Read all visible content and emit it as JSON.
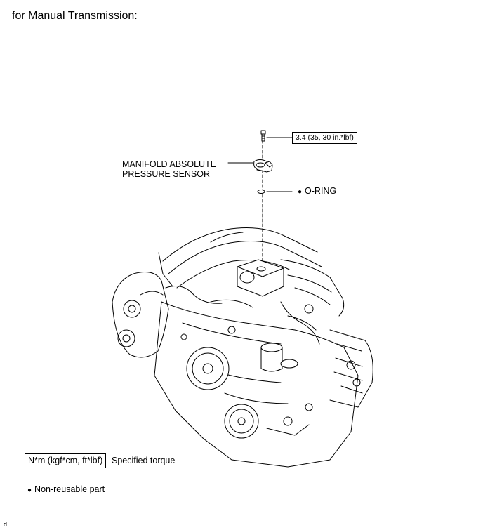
{
  "header": {
    "title": "for Manual Transmission:"
  },
  "callouts": {
    "torque_bolt": "3.4 (35, 30 in.*lbf)",
    "sensor_line1": "MANIFOLD ABSOLUTE",
    "sensor_line2": "PRESSURE SENSOR",
    "oring": "O-RING",
    "bullet_symbol": "●"
  },
  "legend": {
    "torque_unit": "N*m (kgf*cm, ft*lbf)",
    "torque_desc": "Specified torque",
    "nonreusable_symbol": "●",
    "nonreusable_desc": "Non-reusable part"
  },
  "footer": {
    "figure_code": "d"
  },
  "colors": {
    "line": "#000000",
    "background": "#ffffff"
  },
  "icons": [
    "bolt-icon",
    "pressure-sensor-icon",
    "o-ring-icon",
    "engine-assembly-illustration"
  ]
}
